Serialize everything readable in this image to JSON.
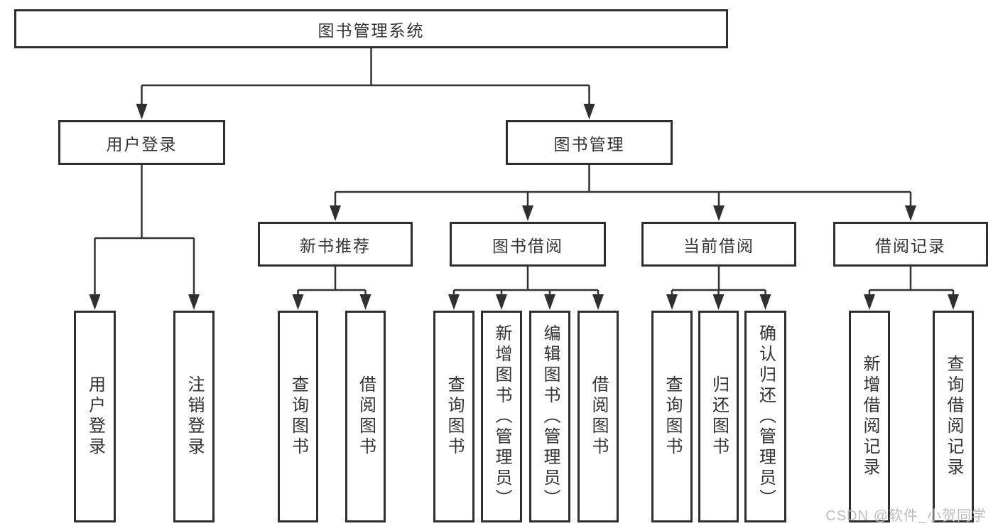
{
  "diagram": {
    "root": {
      "label": "图书管理系统"
    },
    "level2": [
      {
        "label": "用户登录"
      },
      {
        "label": "图书管理"
      }
    ],
    "level3": [
      {
        "label": "新书推荐"
      },
      {
        "label": "图书借阅"
      },
      {
        "label": "当前借阅"
      },
      {
        "label": "借阅记录"
      }
    ],
    "leaves": {
      "user_login": [
        "用户登录",
        "注销登录"
      ],
      "new_book_rec": [
        "查询图书",
        "借阅图书"
      ],
      "book_borrow": [
        "查询图书",
        "新增图书（管理员）",
        "编辑图书（管理员）",
        "借阅图书"
      ],
      "current_borrow": [
        "查询图书",
        "归还图书",
        "确认归还（管理员）"
      ],
      "borrow_record": [
        "新增借阅记录",
        "查询借阅记录"
      ]
    },
    "colors": {
      "line": "#333333",
      "border": "#2f2f2f",
      "text": "#333333",
      "box_fill": "#ffffff"
    }
  },
  "watermark": {
    "text": "CSDN @软件_小贺同学",
    "color": "#bdbdbd"
  }
}
